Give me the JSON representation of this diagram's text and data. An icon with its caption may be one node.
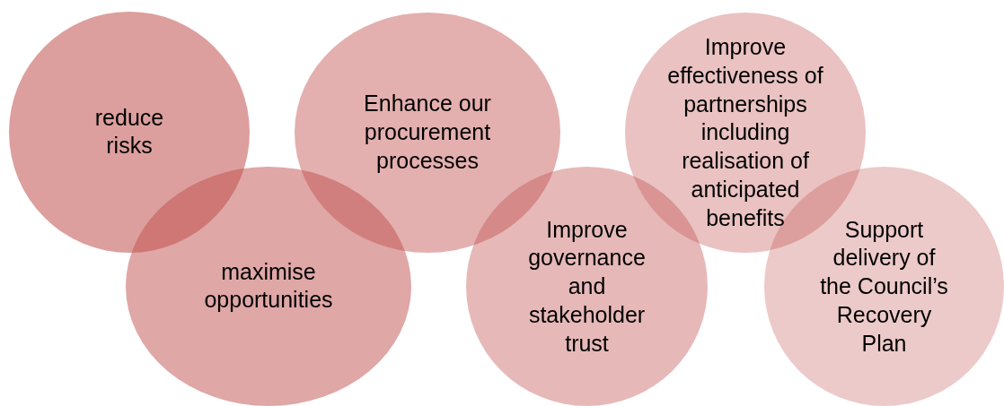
{
  "diagram": {
    "nodes": [
      {
        "text": [
          "reduce risks"
        ]
      },
      {
        "text": [
          "maximise opportunities"
        ]
      },
      {
        "text": [
          "Enhance our procurement processes"
        ]
      },
      {
        "text": [
          "Improve governance and stakeholder trust"
        ]
      },
      {
        "text": [
          "Improve effectiveness of partnerships including realisation of anticipated benefits"
        ]
      },
      {
        "text": [
          "Support delivery of the Council’s Recovery Plan"
        ]
      }
    ]
  }
}
